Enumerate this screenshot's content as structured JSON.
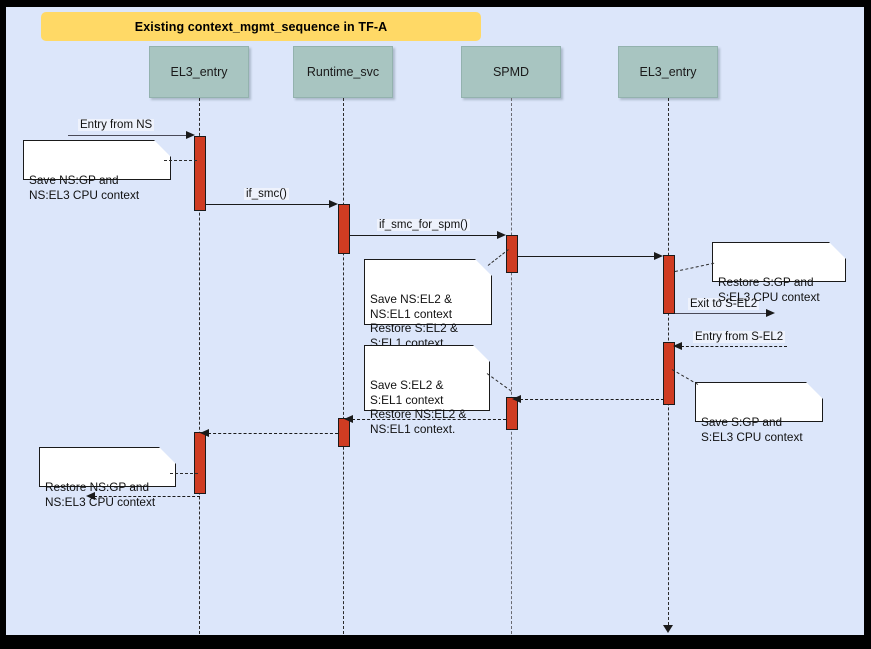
{
  "diagram": {
    "title": "Existing context_mgmt_sequence in TF-A",
    "type": "uml-sequence-diagram",
    "canvas_background": "#dce6fa",
    "frame_color": "#000000",
    "title_banner_color": "#ffd966",
    "lifeline_box_color": "#a8c5c1",
    "activation_color": "#cf3c22"
  },
  "lifelines": [
    {
      "id": "el3_entry_ns",
      "label": "EL3_entry"
    },
    {
      "id": "runtime_svc",
      "label": "Runtime_svc"
    },
    {
      "id": "spmd",
      "label": "SPMD"
    },
    {
      "id": "el3_entry_s",
      "label": "EL3_entry"
    }
  ],
  "messages": [
    {
      "id": "m1",
      "label": "Entry from NS",
      "style": "solid",
      "direction": "right"
    },
    {
      "id": "m2",
      "label": "if_smc()",
      "style": "solid",
      "direction": "right"
    },
    {
      "id": "m3",
      "label": "if_smc_for_spm()",
      "style": "solid",
      "direction": "right"
    },
    {
      "id": "m4",
      "label": "",
      "style": "solid",
      "direction": "right"
    },
    {
      "id": "m5",
      "label": "Exit to S-EL2",
      "style": "solid",
      "direction": "right"
    },
    {
      "id": "m6",
      "label": "Entry from S-EL2",
      "style": "dashed",
      "direction": "left"
    },
    {
      "id": "m7",
      "label": "",
      "style": "dashed",
      "direction": "left"
    },
    {
      "id": "m8",
      "label": "",
      "style": "dashed",
      "direction": "left"
    },
    {
      "id": "m9",
      "label": "",
      "style": "dashed",
      "direction": "left"
    }
  ],
  "notes": [
    {
      "id": "n1",
      "text": "Save NS:GP and\nNS:EL3 CPU context"
    },
    {
      "id": "n2",
      "text": "Save NS:EL2 &\nNS:EL1 context\nRestore S:EL2 &\nS:EL1 context."
    },
    {
      "id": "n3",
      "text": "Restore S:GP and\nS:EL3 CPU context"
    },
    {
      "id": "n4",
      "text": "Save S:EL2 &\nS:EL1 context\nRestore NS:EL2 &\nNS:EL1 context."
    },
    {
      "id": "n5",
      "text": "Save S:GP and\nS:EL3 CPU context"
    },
    {
      "id": "n6",
      "text": "Restore NS:GP and\nNS:EL3 CPU context"
    }
  ]
}
